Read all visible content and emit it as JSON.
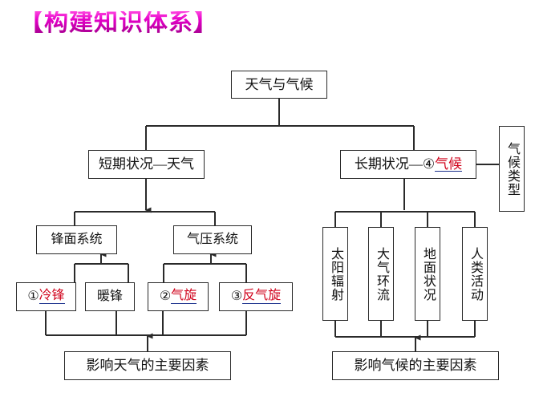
{
  "title": {
    "text": "【构建知识体系】",
    "color": "#d400b4"
  },
  "diagram": {
    "type": "tree-flowchart",
    "root": {
      "label": "天气与气候"
    },
    "branches": {
      "left": {
        "label_prefix": "短期状况—",
        "label": "短期状况—天气",
        "children": [
          {
            "label": "锋面系统",
            "children": [
              {
                "number": "①",
                "label": "冷锋",
                "highlight": true
              },
              {
                "number": "",
                "label": "暖锋",
                "highlight": false
              }
            ]
          },
          {
            "label": "气压系统",
            "children": [
              {
                "number": "②",
                "label": "气旋",
                "highlight": true
              },
              {
                "number": "③",
                "label": "反气旋",
                "highlight": true
              }
            ]
          }
        ],
        "summary": "影响天气的主要因素"
      },
      "right": {
        "label_prefix": "长期状况—",
        "number": "④",
        "label_highlight": "气候",
        "side_box": "气候类型",
        "children": [
          {
            "label": "太阳辐射"
          },
          {
            "label": "大气环流"
          },
          {
            "label": "地面状况"
          },
          {
            "label": "人类活动"
          }
        ],
        "summary": "影响气候的主要因素"
      }
    }
  },
  "colors": {
    "highlight_text": "#d0021b",
    "underline": "#1a2f8c",
    "line": "#2a2a2a",
    "title": "#d400b4"
  }
}
